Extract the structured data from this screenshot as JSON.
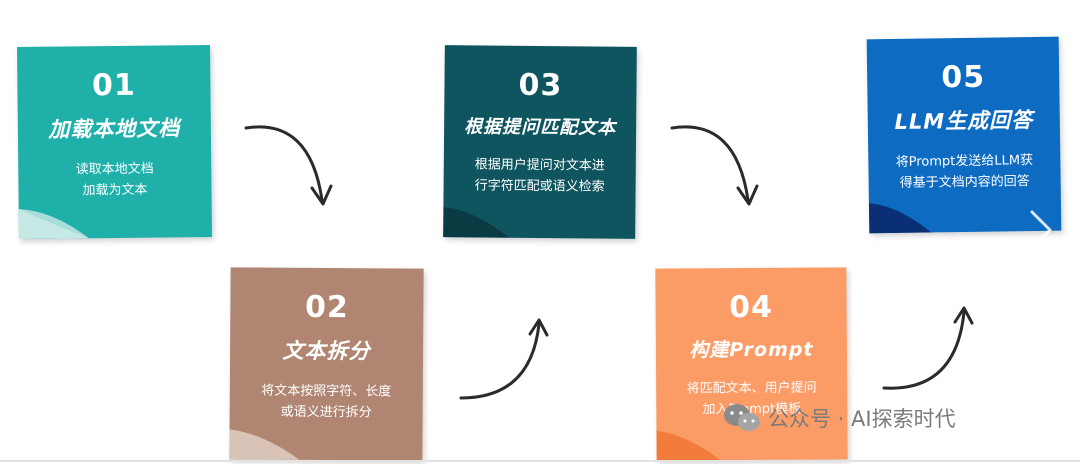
{
  "steps": [
    {
      "num": "01",
      "title": "加载本地文档",
      "desc_line1": "读取本地文档",
      "desc_line2": "加载为文本",
      "color": "#1fb0aa",
      "fold": "#a8ddd9"
    },
    {
      "num": "02",
      "title": "文本拆分",
      "desc_line1": "将文本按照字符、长度",
      "desc_line2": "或语义进行拆分",
      "color": "#b08672",
      "fold": "#d9c3b6"
    },
    {
      "num": "03",
      "title": "根据提问匹配文本",
      "desc_line1": "根据用户提问对文本进",
      "desc_line2": "行字符匹配或语义检索",
      "color": "#0f5560",
      "fold": "#0a3a42"
    },
    {
      "num": "04",
      "title": "构建Prompt",
      "desc_line1": "将匹配文本、用户提问",
      "desc_line2": "加入Prompt模板",
      "color": "#fb9c67",
      "fold": "#f27c3c"
    },
    {
      "num": "05",
      "title": "LLM生成回答",
      "desc_line1": "将Prompt发送给LLM获",
      "desc_line2": "得基于文档内容的回答",
      "color": "#0d6bc2",
      "fold": "#0a2f74"
    }
  ],
  "watermark": {
    "text": "公众号 · AI探索时代",
    "icon": "wechat-icon"
  },
  "nav": {
    "icon": "chevron-right-icon"
  }
}
